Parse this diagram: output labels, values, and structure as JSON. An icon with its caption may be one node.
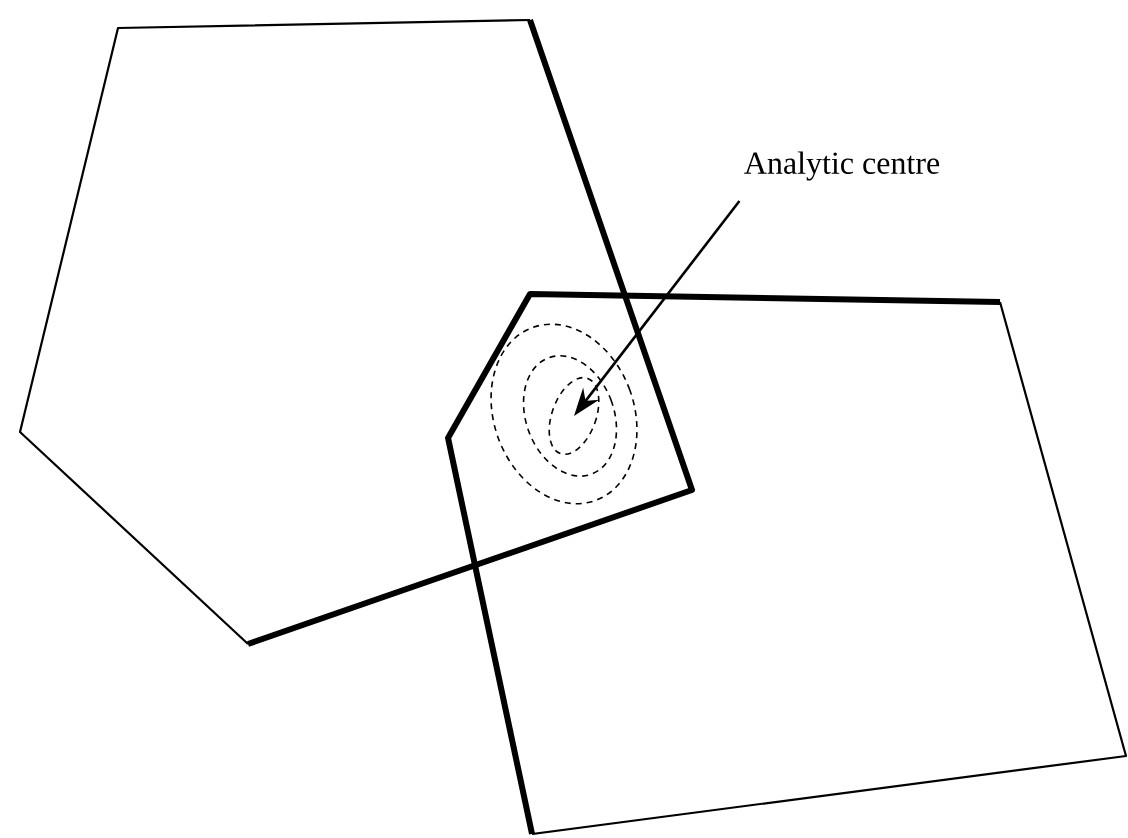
{
  "diagram": {
    "nodes": [
      {
        "text": [
          "Analytic centre"
        ]
      },
      {
        "text": [],
        "shape": "oval"
      }
    ],
    "edges": [
      {
        "from": 0,
        "to": 1,
        "arrow": "to"
      }
    ]
  }
}
